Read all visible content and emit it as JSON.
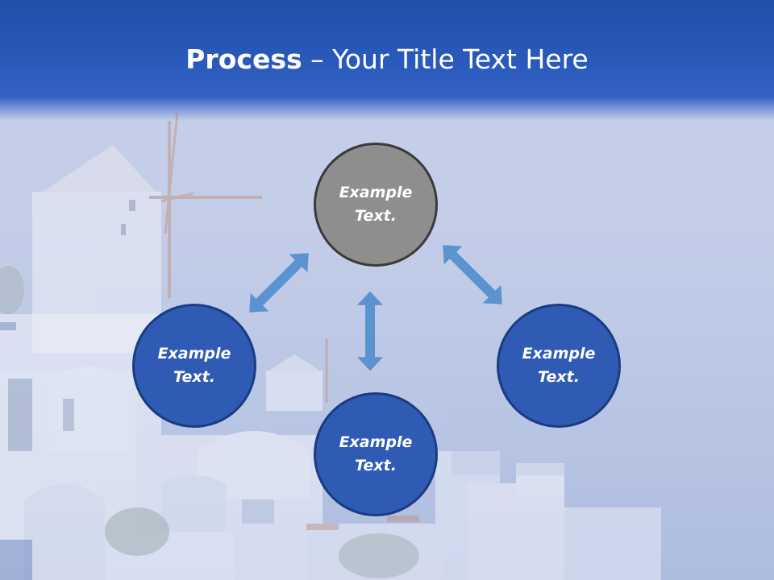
{
  "slide": {
    "title_bold": "Process",
    "title_rest": " – Your Title Text Here"
  },
  "nodes": {
    "top": "Example Text.",
    "left": "Example Text.",
    "right": "Example Text.",
    "bottom": "Example Text."
  },
  "colors": {
    "header": "#2556b8",
    "node_blue": "#2f5bb5",
    "node_gray": "#8e8e8e",
    "arrow": "#5b93cf"
  }
}
